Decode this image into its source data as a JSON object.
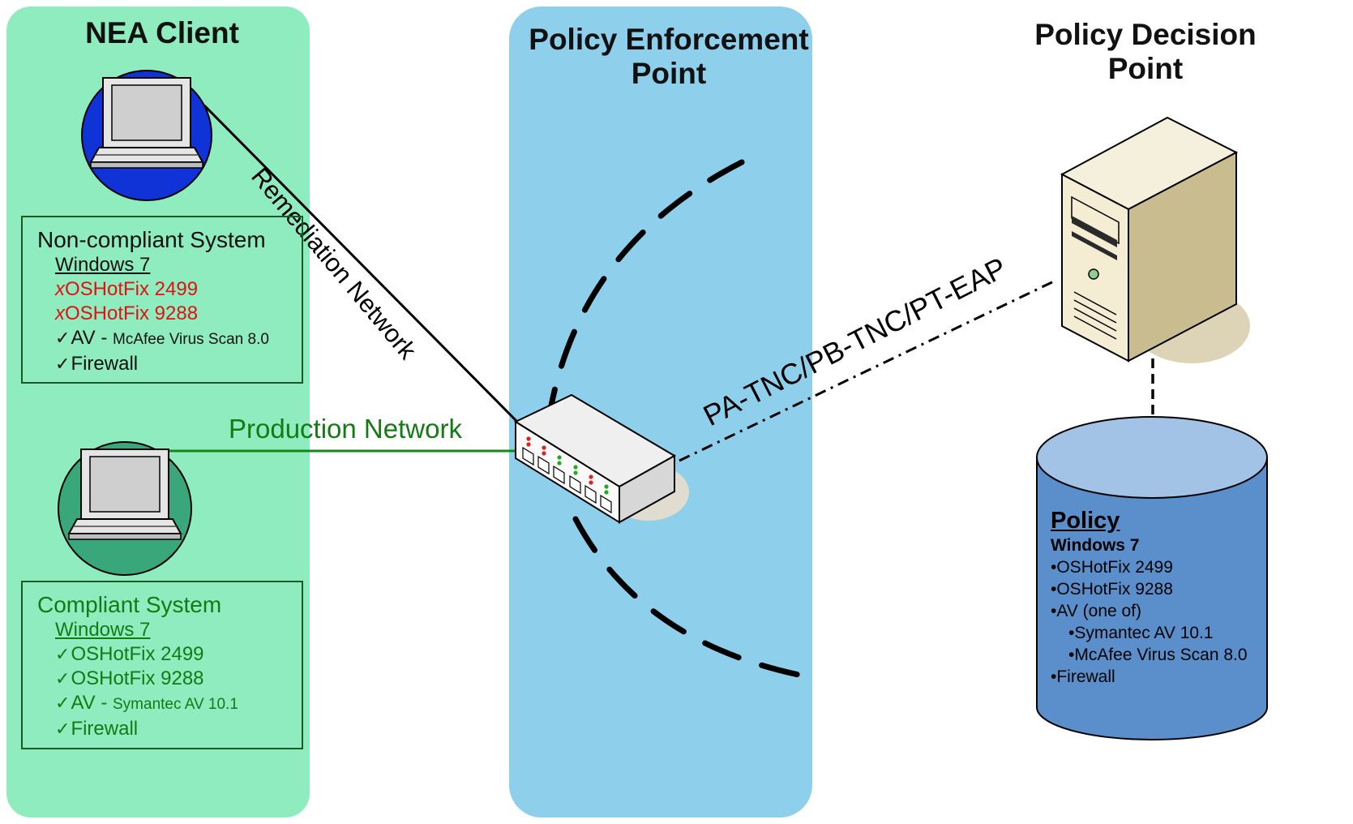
{
  "client": {
    "title": "NEA Client",
    "noncompliant": {
      "title": "Non-compliant System",
      "os": "Windows 7",
      "items": [
        {
          "mark": "x",
          "text": "OSHotFix 2499"
        },
        {
          "mark": "x",
          "text": "OSHotFix 9288"
        },
        {
          "mark": "✓",
          "text": "AV - ",
          "detail": "McAfee Virus Scan 8.0"
        },
        {
          "mark": "✓",
          "text": "Firewall"
        }
      ]
    },
    "compliant": {
      "title": "Compliant System",
      "os": "Windows 7",
      "items": [
        {
          "mark": "✓",
          "text": "OSHotFix 2499"
        },
        {
          "mark": "✓",
          "text": "OSHotFix 9288"
        },
        {
          "mark": "✓",
          "text": "AV - ",
          "detail": "Symantec AV 10.1"
        },
        {
          "mark": "✓",
          "text": "Firewall"
        }
      ]
    }
  },
  "pep": {
    "title_line1": "Policy Enforcement",
    "title_line2": "Point"
  },
  "pdp": {
    "title_line1": "Policy Decision",
    "title_line2": "Point"
  },
  "links": {
    "remediation": "Remediation Network",
    "production": "Production Network",
    "protocol": "PA-TNC/PB-TNC/PT-EAP"
  },
  "policy": {
    "title": "Policy",
    "os": "Windows 7",
    "items": [
      "•OSHotFix 2499",
      "•OSHotFix 9288",
      "•AV (one of)",
      "•Symantec AV 10.1",
      "•McAfee Virus Scan 8.0",
      "•Firewall"
    ]
  },
  "colors": {
    "client_panel": "#8fecbf",
    "pep_panel": "#8ecfeb",
    "noncompliant_laptop_circle": "#1033d8",
    "compliant_laptop_circle": "#3aa77a",
    "policy_cylinder": "#5a8fcb",
    "red_text": "#e01212",
    "green_text": "#147a14"
  },
  "icons": [
    "laptop-icon",
    "laptop-icon",
    "network-switch-icon",
    "server-tower-icon",
    "database-cylinder-icon"
  ]
}
